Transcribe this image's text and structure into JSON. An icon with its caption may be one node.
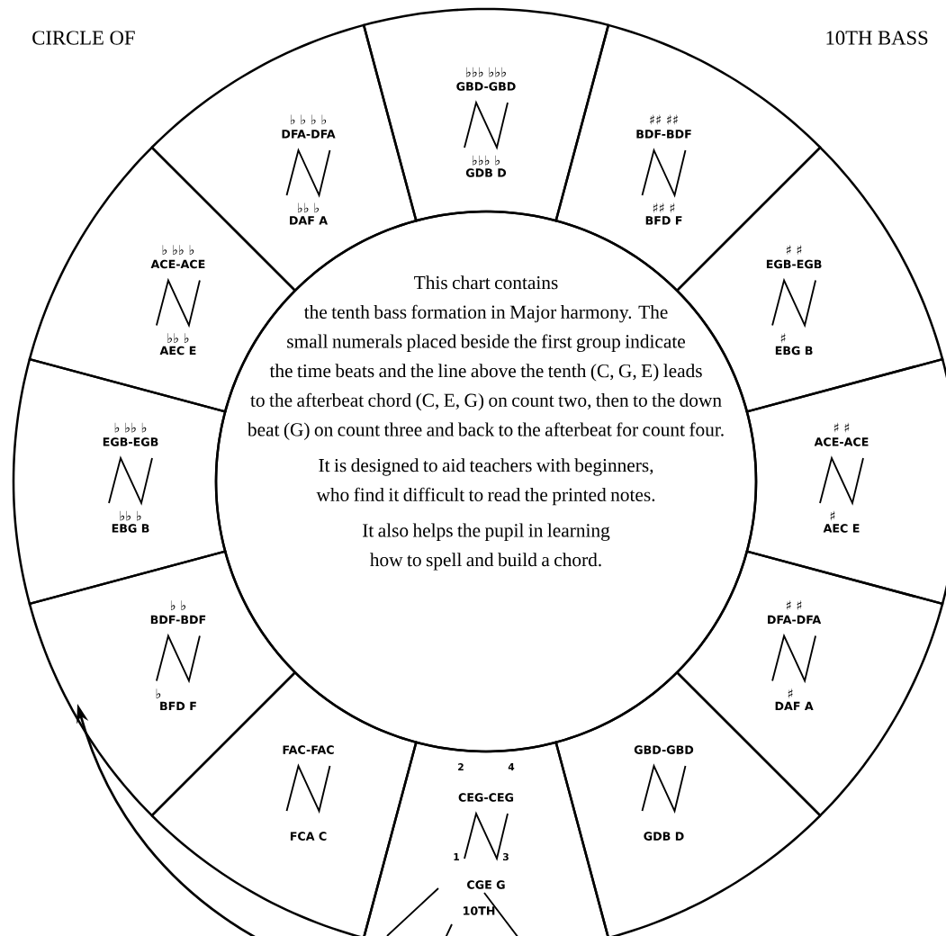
{
  "diagram": {
    "nodes": [
      {
        "text": [
          "This chart contains the tenth bass formation in Major harmony. The small numerals placed beside the first group indicate the time beats and the line above the tenth (C, G, E) leads to the afterbeat chord (C, E, G) on count two, then to the down beat (G) on count three and back to the afterbeat for count four.",
          "It is designed to aid teachers with beginners, who find it difficult to read the printed notes.",
          "It also helps the pupil in learning how to spell and build a chord."
        ]
      },
      {
        "text": [
          "♭♭♭ ♭♭♭",
          "GBD-GBD",
          "♭♭♭ ♭",
          "GDB D"
        ]
      },
      {
        "text": [
          "♯♯ ♯♯",
          "BDF-BDF",
          "♯♯ ♯",
          "BFD F"
        ]
      },
      {
        "text": [
          "♯ ♯",
          "EGB-EGB",
          "♯",
          "EBG B"
        ]
      },
      {
        "text": [
          "♯ ♯",
          "ACE-ACE",
          "♯",
          "AEC E"
        ]
      },
      {
        "text": [
          "♯ ♯",
          "DFA-DFA",
          "♯",
          "DAF A"
        ]
      },
      {
        "text": [
          "GBD-GBD",
          "GDB D"
        ]
      },
      {
        "text": [
          "2",
          "4",
          "CEG-CEG",
          "1",
          "3",
          "CGE G",
          "10TH"
        ]
      },
      {
        "text": [
          "FAC-FAC",
          "FCA C"
        ]
      },
      {
        "text": [
          "♭ ♭",
          "BDF-BDF",
          "♭",
          "BFD F"
        ]
      },
      {
        "text": [
          "♭ ♭♭ ♭",
          "EGB-EGB",
          "♭♭ ♭",
          "EBG B"
        ]
      },
      {
        "text": [
          "♭ ♭♭ ♭",
          "ACE-ACE",
          "♭♭ ♭",
          "AEC E"
        ]
      },
      {
        "text": [
          "♭ ♭ ♭ ♭",
          "DFA-DFA",
          "♭♭ ♭",
          "DAF A"
        ]
      }
    ],
    "labels": [
      "CIRCLE OF",
      "10TH BASS"
    ]
  }
}
